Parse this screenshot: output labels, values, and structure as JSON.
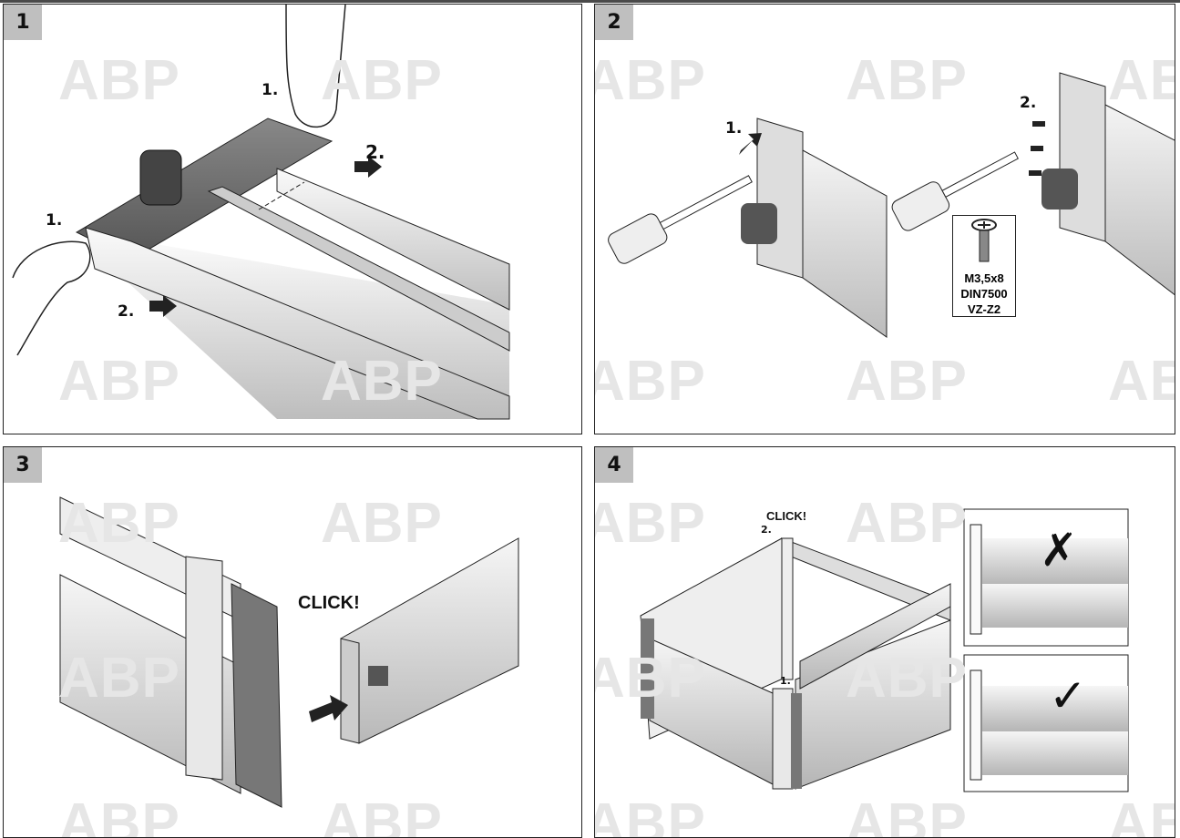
{
  "watermark": "ABP",
  "panels": [
    {
      "number": "1",
      "labels": [
        "1.",
        "2.",
        "1.",
        "2."
      ]
    },
    {
      "number": "2",
      "labels": [
        "1.",
        "2."
      ],
      "spec": [
        "M3,5x8",
        "DIN7500",
        "VZ-Z2"
      ]
    },
    {
      "number": "3",
      "click": "CLICK!"
    },
    {
      "number": "4",
      "click": "CLICK!",
      "labels": [
        "2.",
        "1."
      ],
      "wrong_mark": "✗",
      "right_mark": "✓"
    }
  ],
  "colors": {
    "label_bg": "#bfbfbf",
    "watermark": "#e6e6e6",
    "border": "#222222"
  }
}
